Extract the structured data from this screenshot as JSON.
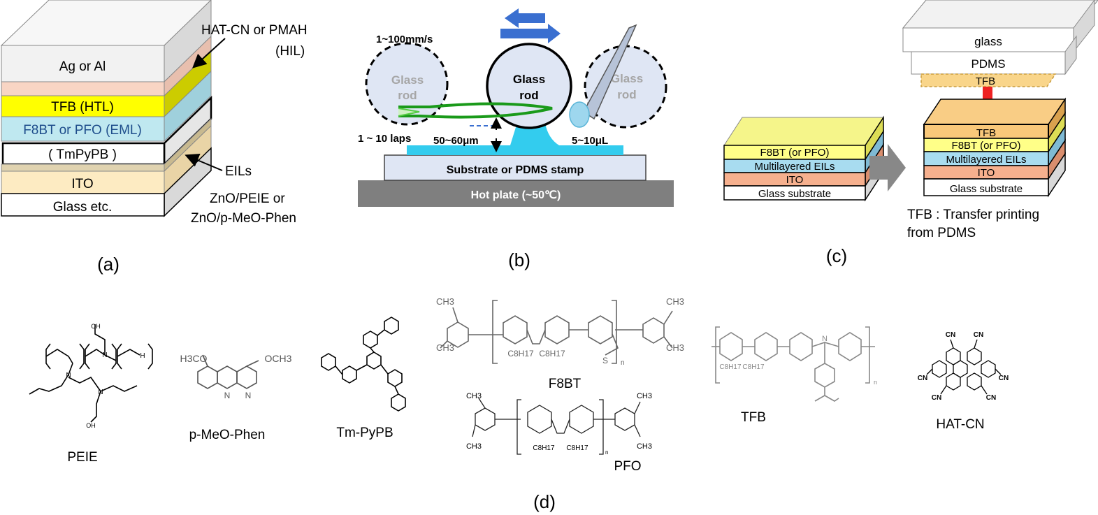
{
  "panel_a": {
    "caption": "(a)",
    "layers": {
      "cathode": "Ag or Al",
      "htl": "TFB (HTL)",
      "eml": "F8BT or PFO (EML)",
      "etl": "( TmPyPB )",
      "anode": "ITO",
      "substrate": "Glass etc."
    },
    "colors": {
      "cathode": "#f2f2f2",
      "hil": "#f8d5c4",
      "htl": "#ffff00",
      "eml": "#bfe8f0",
      "etl": "#ffffff",
      "eil": "#e0d3b0",
      "anode": "#fdebc2",
      "substrate": "#ffffff"
    },
    "hil_label_1": "HAT-CN or PMAH",
    "hil_label_2": "(HIL)",
    "eil_label": "EILs",
    "eil_desc_1": "ZnO/PEIE or",
    "eil_desc_2": "ZnO/p-MeO-Phen"
  },
  "panel_b": {
    "caption": "(b)",
    "speed": "1~100mm/s",
    "rod_center_1": "Glass",
    "rod_center_2": "rod",
    "rod_left_1": "Glass",
    "rod_left_2": "rod",
    "rod_right_1": "Glass",
    "rod_right_2": "rod",
    "laps": "1 ~ 10 laps",
    "gap": "50~60μm",
    "volume": "5~10μL",
    "substrate": "Substrate or PDMS stamp",
    "hotplate": "Hot plate (~50℃)",
    "colors": {
      "arrow": "#3a6fd0",
      "liquid": "#33ccee",
      "loop": "#55cc44",
      "hotplate": "#7f7f7f"
    }
  },
  "panel_c": {
    "caption": "(c)",
    "left_stack": [
      "F8BT (or PFO)",
      "Multilayered EILs",
      "ITO",
      "Glass substrate"
    ],
    "right_top": [
      "glass",
      "PDMS",
      "TFB"
    ],
    "right_stack": [
      "TFB",
      "F8BT (or PFO)",
      "Multilayered EILs",
      "ITO",
      "Glass substrate"
    ],
    "note_1": "TFB : Transfer printing",
    "note_2": "from PDMS",
    "colors": {
      "f8bt": "#ffff88",
      "eil": "#a8dcf0",
      "ito": "#f6b08e",
      "glass": "#ffffff",
      "tfb": "#f9c87a",
      "arrow": "#ee2222"
    }
  },
  "panel_d": {
    "caption": "(d)",
    "molecules": [
      "PEIE",
      "p-MeO-Phen",
      "Tm-PyPB",
      "F8BT",
      "PFO",
      "TFB",
      "HAT-CN"
    ],
    "atoms": {
      "ch3": "CH3",
      "c8h17": "C8H17",
      "h3co": "H3CO",
      "och3": "OCH3",
      "n": "N",
      "s": "S",
      "oh": "OH",
      "nh": "H",
      "cn": "CN",
      "sub_n": "n"
    }
  }
}
